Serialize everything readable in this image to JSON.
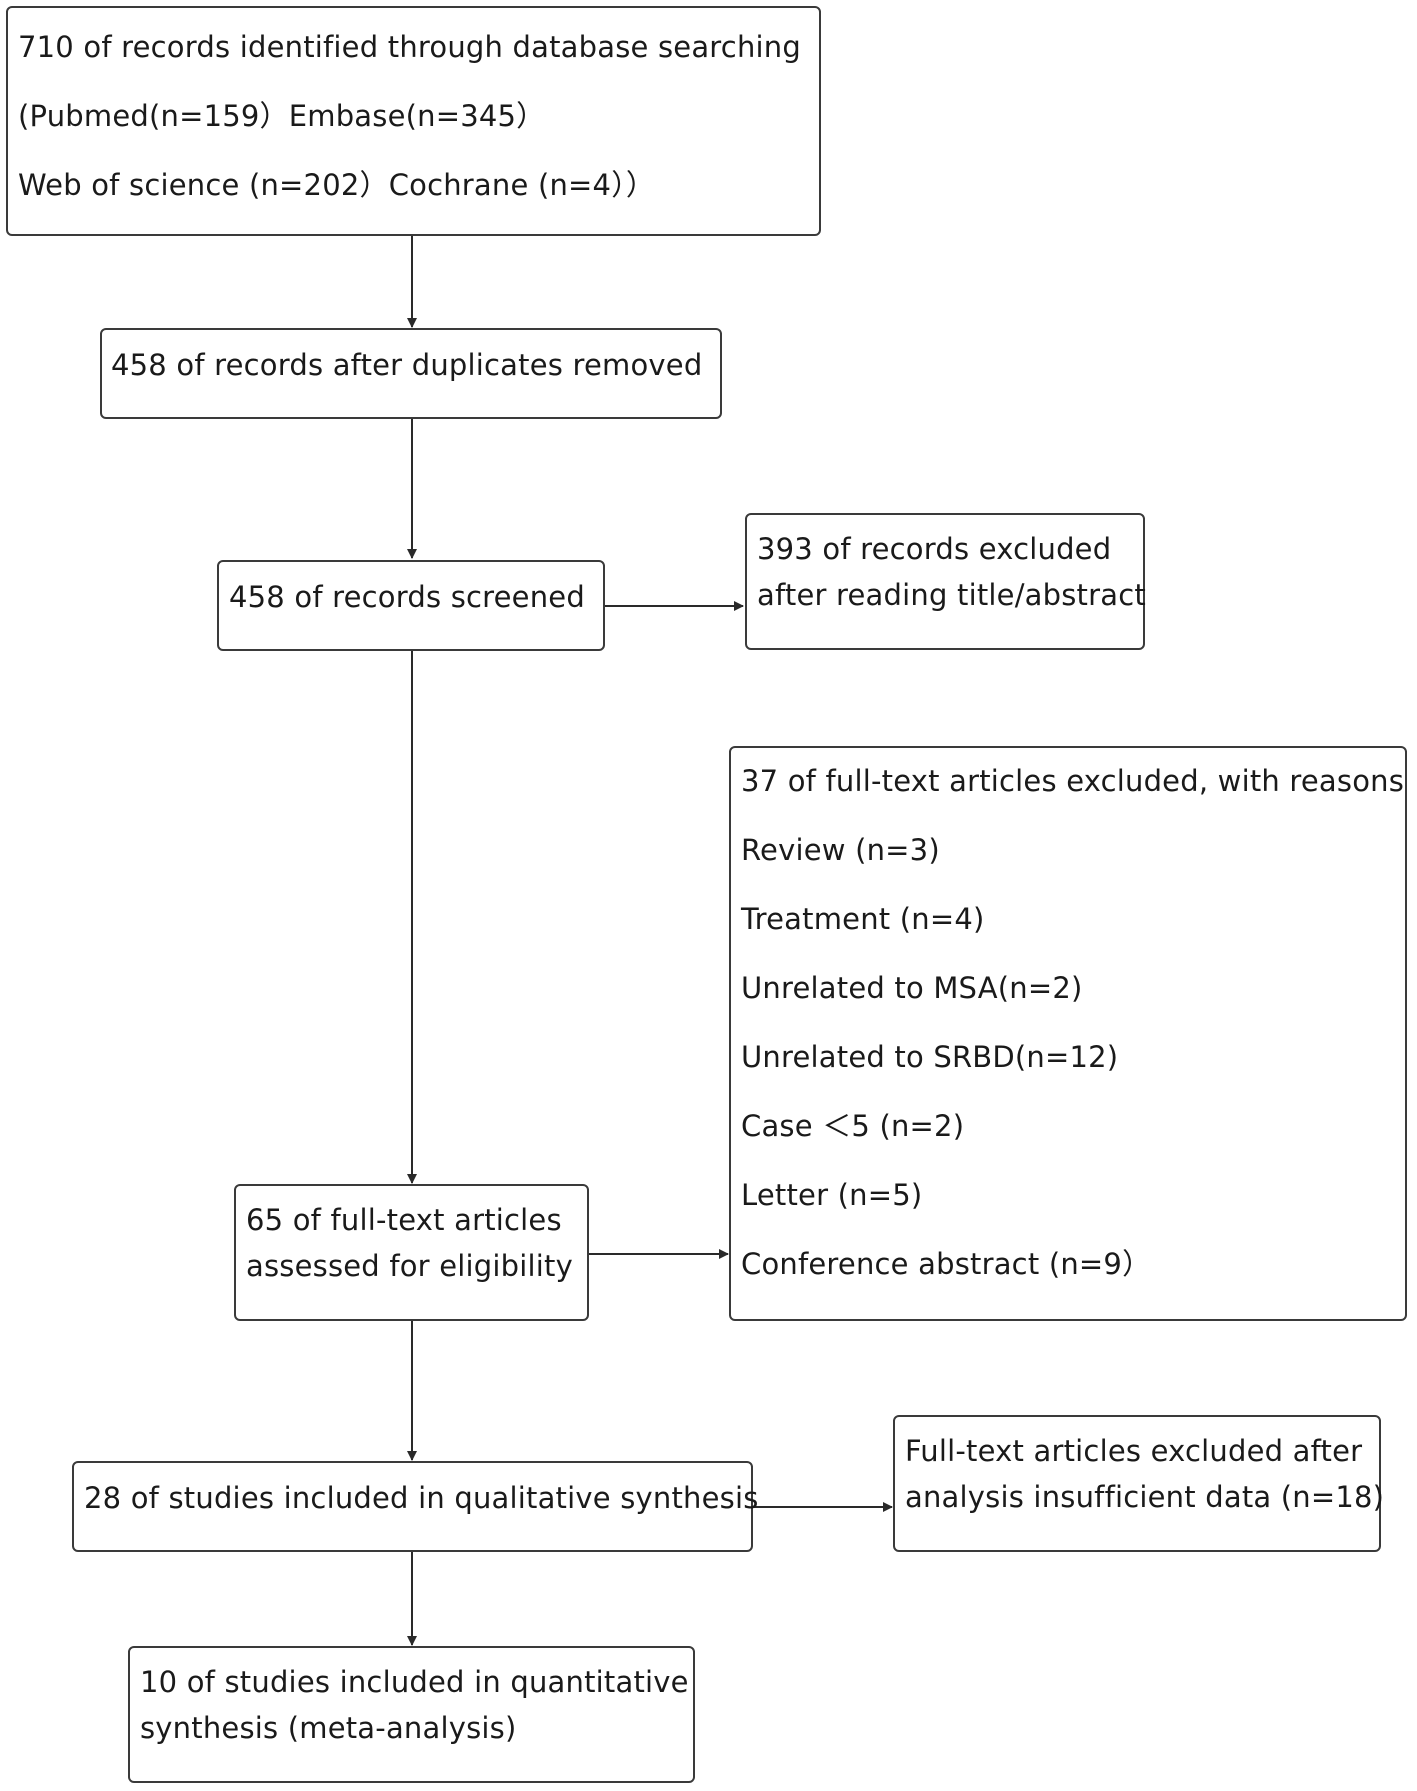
{
  "boxes": {
    "identified": {
      "lines": [
        "710 of records identified through database searching",
        "(Pubmed(n=159）Embase(n=345）",
        "Web of science (n=202）Cochrane (n=4））"
      ]
    },
    "duplicates_removed": {
      "lines": [
        "458 of records after duplicates removed"
      ]
    },
    "screened": {
      "lines": [
        "458 of records screened"
      ]
    },
    "excluded_title_abstract": {
      "lines": [
        "393 of records excluded",
        "after reading title/abstract"
      ]
    },
    "fulltext_assessed": {
      "lines": [
        "65 of full-text articles",
        "assessed for eligibility"
      ]
    },
    "fulltext_excluded": {
      "lines": [
        "37 of full-text articles excluded, with reasons",
        "Review (n=3)",
        "Treatment (n=4)",
        "Unrelated to MSA(n=2)",
        "Unrelated to SRBD(n=12)",
        "Case ＜5 (n=2)",
        "Letter (n=5)",
        "Conference abstract (n=9）"
      ]
    },
    "qualitative": {
      "lines": [
        "28 of studies included in qualitative synthesis"
      ]
    },
    "excluded_insufficient": {
      "lines": [
        "Full-text articles excluded after",
        "analysis insufficient data (n=18)"
      ]
    },
    "quantitative": {
      "lines": [
        "10 of studies included in quantitative",
        "synthesis (meta-analysis)"
      ]
    }
  },
  "colors": {
    "stroke": "#3a3a3a",
    "text": "#1a1a1a",
    "background": "#ffffff"
  }
}
